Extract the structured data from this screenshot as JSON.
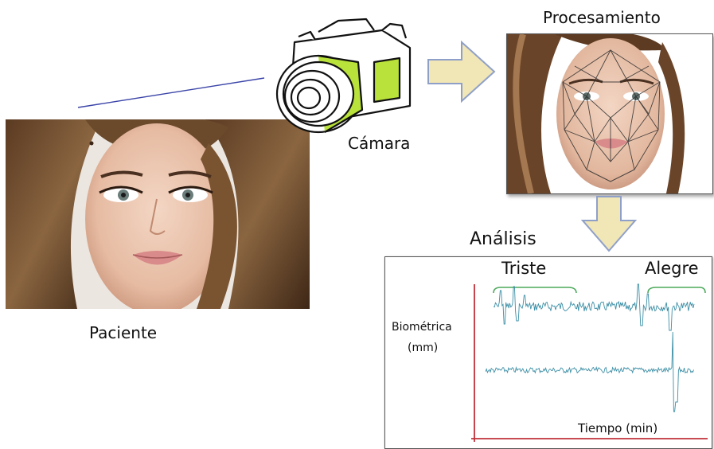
{
  "labels": {
    "patient": "Paciente",
    "camera": "Cámara",
    "processing": "Procesamiento",
    "analysis": "Análisis"
  },
  "plot": {
    "sad_label": "Triste",
    "happy_label": "Alegre",
    "ylabel_line1": "Biométrica",
    "ylabel_line2": "(mm)",
    "xlabel": "Tiempo (min)"
  },
  "colors": {
    "arrow_fill": "#f1e6b6",
    "arrow_stroke": "#8fa0c8",
    "camera_accent": "#b9e23a",
    "signal": "#3d8fa6",
    "bracket": "#4daa5c",
    "axis": "#c0303a",
    "connector": "#3a44a8"
  }
}
